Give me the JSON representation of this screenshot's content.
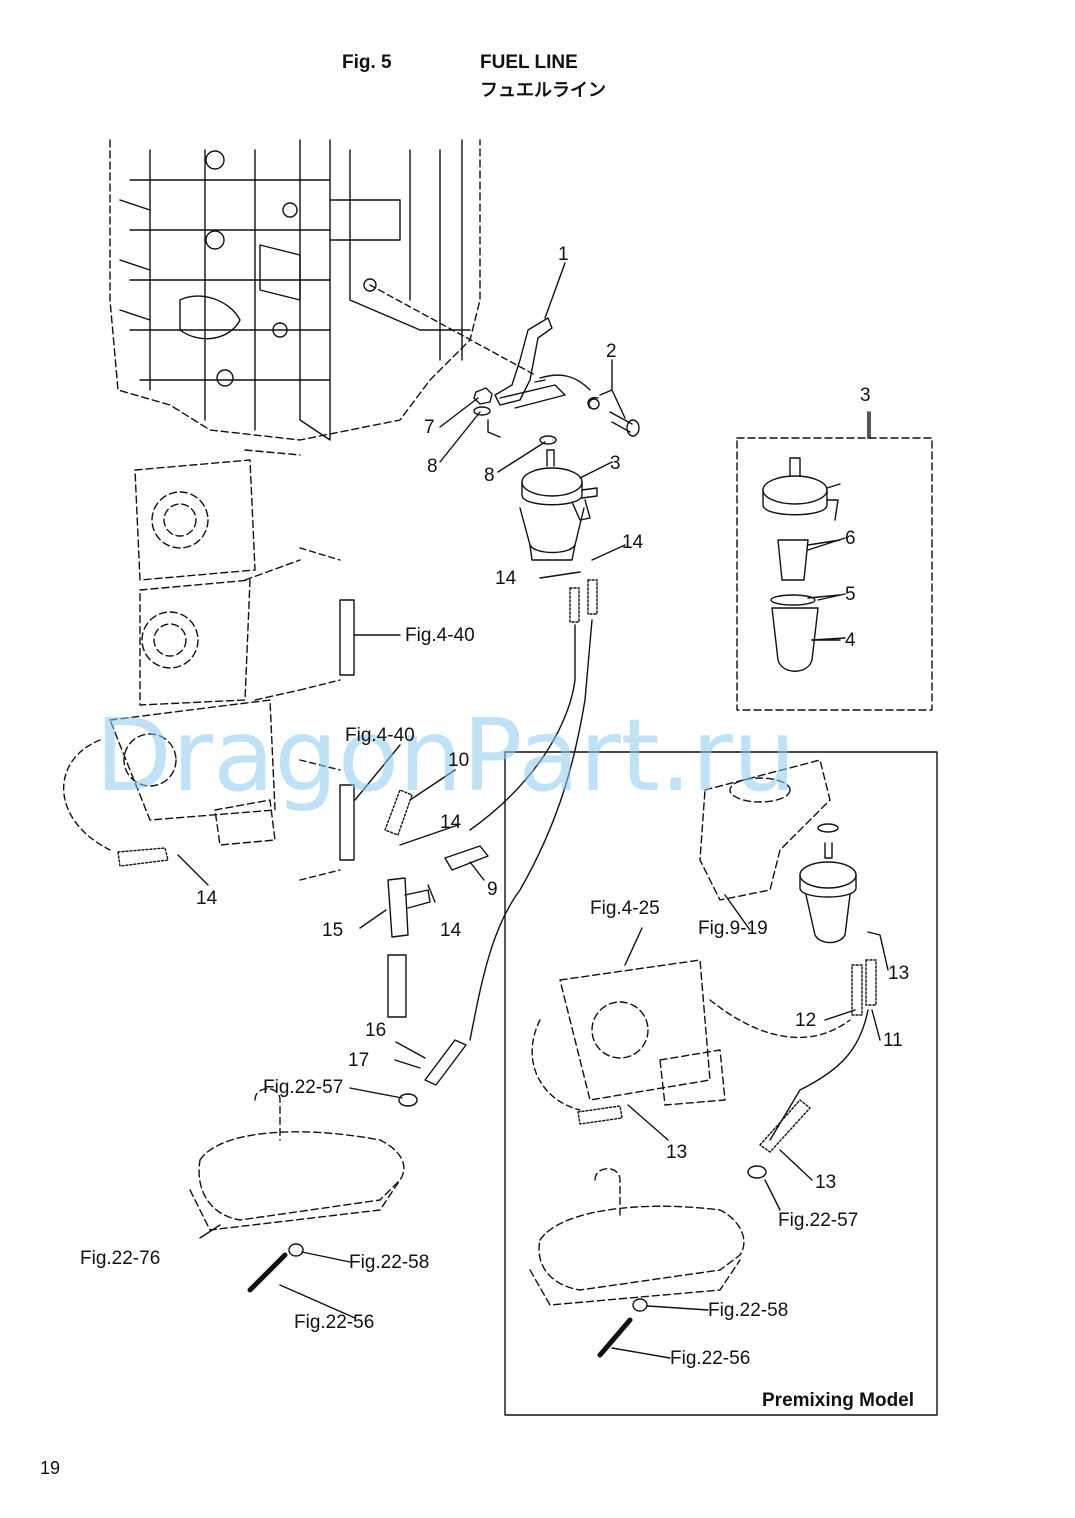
{
  "header": {
    "fig_number": "Fig. 5",
    "title": "FUEL LINE",
    "title_jp": "フュエルライン"
  },
  "watermark": "DragonPart.ru",
  "page_number": "19",
  "premix_box": {
    "label": "Premixing Model"
  },
  "callouts": {
    "c1": "1",
    "c2": "2",
    "c3_main": "3",
    "c3_box": "3",
    "c4": "4",
    "c5": "5",
    "c6": "6",
    "c7": "7",
    "c8a": "8",
    "c8b": "8",
    "c9": "9",
    "c10": "10",
    "c14a": "14",
    "c14b": "14",
    "c14c": "14",
    "c14d": "14",
    "c14e": "14",
    "c15": "15",
    "c16": "16",
    "c17": "17",
    "fig4_40a": "Fig.4-40",
    "fig4_40b": "Fig.4-40",
    "fig22_57a": "Fig.22-57",
    "fig22_76": "Fig.22-76",
    "fig22_58a": "Fig.22-58",
    "fig22_56a": "Fig.22-56",
    "fig9_19": "Fig.9-19",
    "fig4_25": "Fig.4-25",
    "c13a": "13",
    "c13b": "13",
    "c13c": "13",
    "c12": "12",
    "c11": "11",
    "fig22_57b": "Fig.22-57",
    "fig22_58b": "Fig.22-58",
    "fig22_56b": "Fig.22-56"
  },
  "colors": {
    "ink": "#111111",
    "watermark": "#8ccbf0"
  }
}
